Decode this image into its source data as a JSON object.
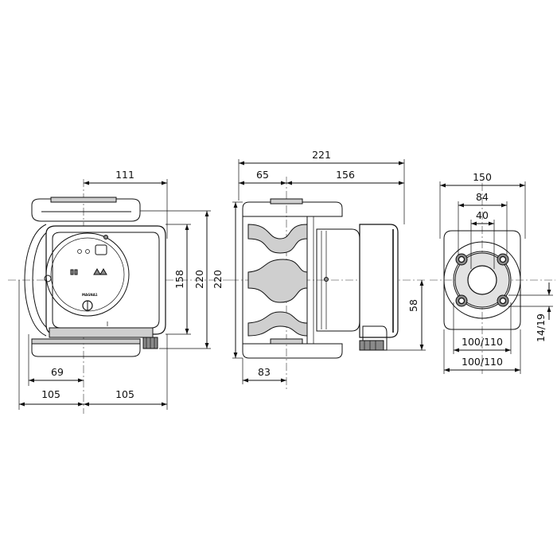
{
  "dimensions": {
    "front_width_top": "111",
    "front_height_inner": "158",
    "front_height_outer": "220",
    "side_height": "220",
    "front_bottom_69": "69",
    "front_bottom_left": "105",
    "front_bottom_right": "105",
    "side_total": "221",
    "side_65": "65",
    "side_156": "156",
    "side_83": "83",
    "side_58": "58",
    "flange_150": "150",
    "flange_84": "84",
    "flange_40": "40",
    "flange_bolt_inner": "100/110",
    "flange_bolt_outer": "100/110",
    "flange_hole": "14/19"
  },
  "logo_text": "MAGNA1"
}
